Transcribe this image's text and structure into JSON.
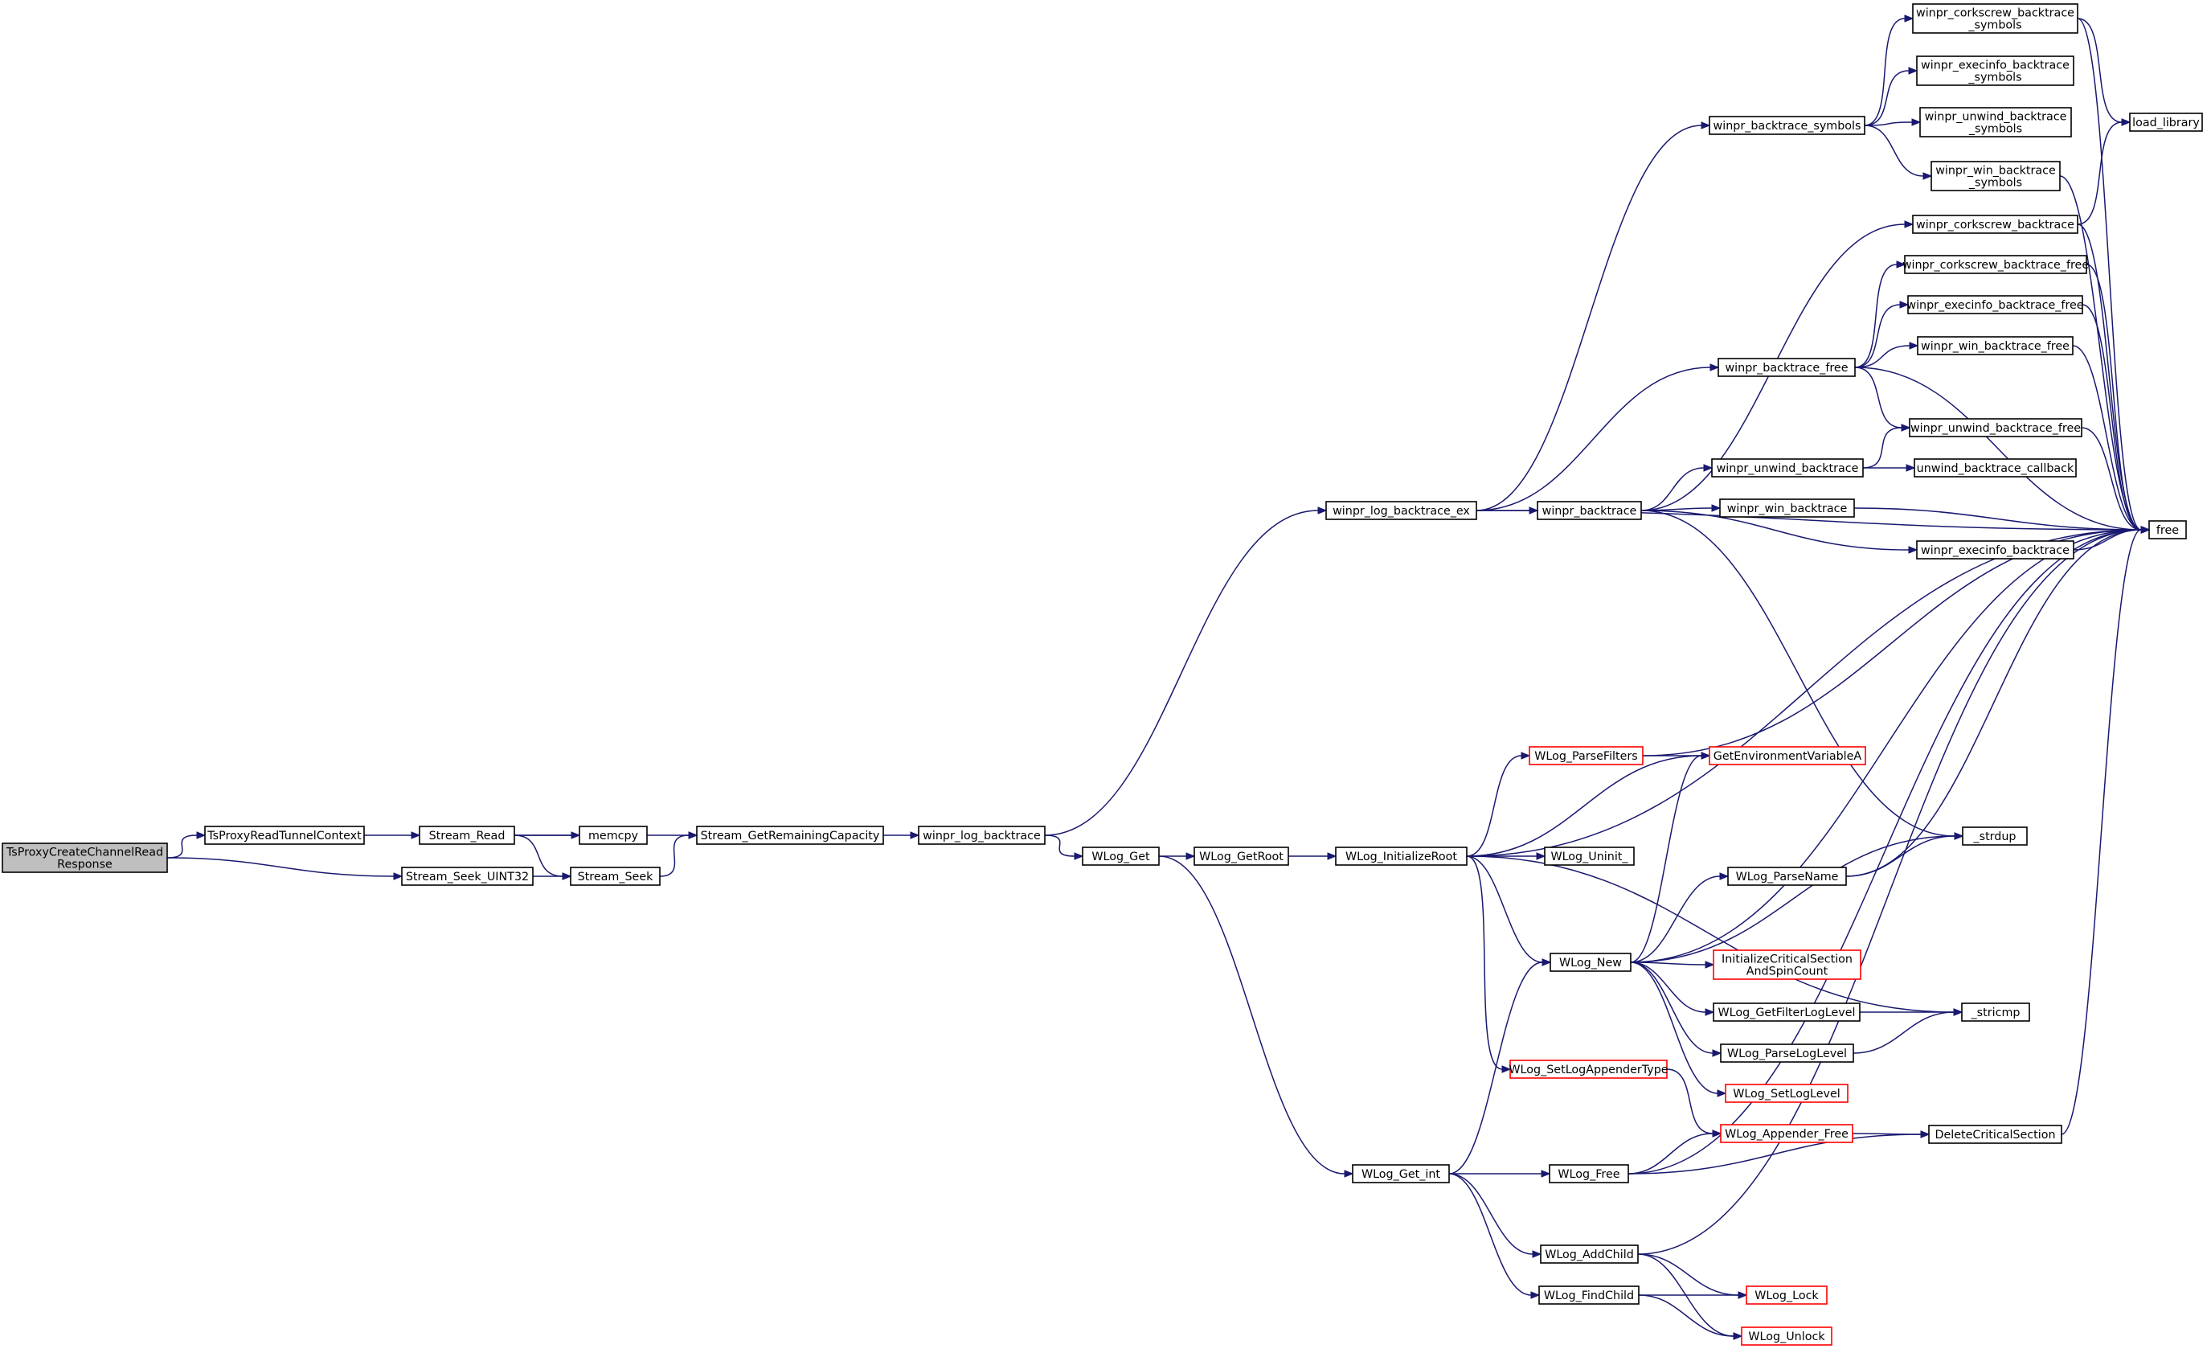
{
  "colors": {
    "edge": "#191970",
    "root_fill": "#bfbfbf",
    "truncated_border": "#ff0000",
    "node_border": "#000000",
    "background": "#ffffff"
  },
  "nodes": [
    {
      "id": "tsproxy_create",
      "lines": [
        "TsProxyCreateChannelRead",
        "Response"
      ],
      "style": "root"
    },
    {
      "id": "tsproxy_read_tunnel",
      "lines": [
        "TsProxyReadTunnelContext"
      ]
    },
    {
      "id": "stream_seek_uint32",
      "lines": [
        "Stream_Seek_UINT32"
      ]
    },
    {
      "id": "stream_read",
      "lines": [
        "Stream_Read"
      ]
    },
    {
      "id": "memcpy",
      "lines": [
        "memcpy"
      ]
    },
    {
      "id": "stream_seek",
      "lines": [
        "Stream_Seek"
      ]
    },
    {
      "id": "stream_getremaining",
      "lines": [
        "Stream_GetRemainingCapacity"
      ]
    },
    {
      "id": "winpr_log_backtrace",
      "lines": [
        "winpr_log_backtrace"
      ]
    },
    {
      "id": "wlog_get",
      "lines": [
        "WLog_Get"
      ]
    },
    {
      "id": "wlog_getroot",
      "lines": [
        "WLog_GetRoot"
      ]
    },
    {
      "id": "wlog_get_int",
      "lines": [
        "WLog_Get_int"
      ]
    },
    {
      "id": "winpr_log_backtrace_ex",
      "lines": [
        "winpr_log_backtrace_ex"
      ]
    },
    {
      "id": "wlog_initializeroot",
      "lines": [
        "WLog_InitializeRoot"
      ]
    },
    {
      "id": "winpr_backtrace",
      "lines": [
        "winpr_backtrace"
      ]
    },
    {
      "id": "winpr_backtrace_symbols",
      "lines": [
        "winpr_backtrace_symbols"
      ]
    },
    {
      "id": "winpr_backtrace_free",
      "lines": [
        "winpr_backtrace_free"
      ]
    },
    {
      "id": "wlog_parsefilters",
      "lines": [
        "WLog_ParseFilters"
      ],
      "style": "trunc"
    },
    {
      "id": "wlog_uninit",
      "lines": [
        "WLog_Uninit_"
      ]
    },
    {
      "id": "wlog_new",
      "lines": [
        "WLog_New"
      ]
    },
    {
      "id": "wlog_setlogappendertype",
      "lines": [
        "WLog_SetLogAppenderType"
      ],
      "style": "trunc"
    },
    {
      "id": "wlog_free",
      "lines": [
        "WLog_Free"
      ]
    },
    {
      "id": "wlog_addchild",
      "lines": [
        "WLog_AddChild"
      ]
    },
    {
      "id": "wlog_findchild",
      "lines": [
        "WLog_FindChild"
      ]
    },
    {
      "id": "winpr_unwind_backtrace",
      "lines": [
        "winpr_unwind_backtrace"
      ]
    },
    {
      "id": "winpr_win_backtrace",
      "lines": [
        "winpr_win_backtrace"
      ]
    },
    {
      "id": "getenvironmentvariablea",
      "lines": [
        "GetEnvironmentVariableA"
      ],
      "style": "trunc"
    },
    {
      "id": "wlog_parsename",
      "lines": [
        "WLog_ParseName"
      ]
    },
    {
      "id": "initcritsec",
      "lines": [
        "InitializeCriticalSection",
        "AndSpinCount"
      ],
      "style": "trunc"
    },
    {
      "id": "wlog_getfilterloglevel",
      "lines": [
        "WLog_GetFilterLogLevel"
      ]
    },
    {
      "id": "wlog_parseloglevel",
      "lines": [
        "WLog_ParseLogLevel"
      ]
    },
    {
      "id": "wlog_setloglevel",
      "lines": [
        "WLog_SetLogLevel"
      ],
      "style": "trunc"
    },
    {
      "id": "wlog_appender_free",
      "lines": [
        "WLog_Appender_Free"
      ],
      "style": "trunc"
    },
    {
      "id": "wlog_lock",
      "lines": [
        "WLog_Lock"
      ],
      "style": "trunc"
    },
    {
      "id": "wlog_unlock",
      "lines": [
        "WLog_Unlock"
      ],
      "style": "trunc"
    },
    {
      "id": "corkscrew_symbols",
      "lines": [
        "winpr_corkscrew_backtrace",
        "_symbols"
      ]
    },
    {
      "id": "execinfo_symbols",
      "lines": [
        "winpr_execinfo_backtrace",
        "_symbols"
      ]
    },
    {
      "id": "unwind_symbols",
      "lines": [
        "winpr_unwind_backtrace",
        "_symbols"
      ]
    },
    {
      "id": "win_symbols",
      "lines": [
        "winpr_win_backtrace",
        "_symbols"
      ]
    },
    {
      "id": "corkscrew_backtrace",
      "lines": [
        "winpr_corkscrew_backtrace"
      ]
    },
    {
      "id": "corkscrew_free",
      "lines": [
        "winpr_corkscrew_backtrace_free"
      ]
    },
    {
      "id": "execinfo_free",
      "lines": [
        "winpr_execinfo_backtrace_free"
      ]
    },
    {
      "id": "win_free",
      "lines": [
        "winpr_win_backtrace_free"
      ]
    },
    {
      "id": "unwind_free",
      "lines": [
        "winpr_unwind_backtrace_free"
      ]
    },
    {
      "id": "unwind_callback",
      "lines": [
        "unwind_backtrace_callback"
      ]
    },
    {
      "id": "execinfo_backtrace",
      "lines": [
        "winpr_execinfo_backtrace"
      ]
    },
    {
      "id": "strdup",
      "lines": [
        "_strdup"
      ]
    },
    {
      "id": "stricmp",
      "lines": [
        "_stricmp"
      ]
    },
    {
      "id": "deletecritsec",
      "lines": [
        "DeleteCriticalSection"
      ]
    },
    {
      "id": "load_library",
      "lines": [
        "load_library"
      ]
    },
    {
      "id": "free",
      "lines": [
        "free"
      ]
    }
  ],
  "edges": [
    [
      "tsproxy_create",
      "tsproxy_read_tunnel"
    ],
    [
      "tsproxy_create",
      "stream_seek_uint32"
    ],
    [
      "tsproxy_read_tunnel",
      "stream_read"
    ],
    [
      "stream_read",
      "memcpy"
    ],
    [
      "stream_read",
      "stream_seek"
    ],
    [
      "stream_read",
      "stream_getremaining"
    ],
    [
      "stream_seek_uint32",
      "stream_seek"
    ],
    [
      "stream_seek",
      "stream_getremaining"
    ],
    [
      "stream_getremaining",
      "winpr_log_backtrace"
    ],
    [
      "winpr_log_backtrace",
      "winpr_log_backtrace_ex"
    ],
    [
      "winpr_log_backtrace",
      "wlog_get"
    ],
    [
      "wlog_get",
      "wlog_getroot"
    ],
    [
      "wlog_get",
      "wlog_get_int"
    ],
    [
      "wlog_getroot",
      "wlog_initializeroot"
    ],
    [
      "winpr_log_backtrace_ex",
      "winpr_backtrace_symbols"
    ],
    [
      "winpr_log_backtrace_ex",
      "winpr_backtrace_free"
    ],
    [
      "winpr_log_backtrace_ex",
      "winpr_backtrace"
    ],
    [
      "winpr_log_backtrace_ex",
      "free"
    ],
    [
      "winpr_backtrace_symbols",
      "corkscrew_symbols"
    ],
    [
      "winpr_backtrace_symbols",
      "execinfo_symbols"
    ],
    [
      "winpr_backtrace_symbols",
      "unwind_symbols"
    ],
    [
      "winpr_backtrace_symbols",
      "win_symbols"
    ],
    [
      "corkscrew_symbols",
      "load_library"
    ],
    [
      "corkscrew_symbols",
      "free"
    ],
    [
      "win_symbols",
      "free"
    ],
    [
      "winpr_backtrace_free",
      "corkscrew_free"
    ],
    [
      "winpr_backtrace_free",
      "execinfo_free"
    ],
    [
      "winpr_backtrace_free",
      "win_free"
    ],
    [
      "winpr_backtrace_free",
      "unwind_free"
    ],
    [
      "winpr_backtrace_free",
      "free"
    ],
    [
      "winpr_backtrace",
      "corkscrew_backtrace"
    ],
    [
      "winpr_backtrace",
      "winpr_unwind_backtrace"
    ],
    [
      "winpr_backtrace",
      "winpr_win_backtrace"
    ],
    [
      "winpr_backtrace",
      "execinfo_backtrace"
    ],
    [
      "winpr_backtrace",
      "strdup"
    ],
    [
      "corkscrew_backtrace",
      "load_library"
    ],
    [
      "corkscrew_backtrace",
      "free"
    ],
    [
      "corkscrew_free",
      "free"
    ],
    [
      "execinfo_free",
      "free"
    ],
    [
      "win_free",
      "free"
    ],
    [
      "unwind_free",
      "free"
    ],
    [
      "winpr_unwind_backtrace",
      "unwind_free"
    ],
    [
      "winpr_unwind_backtrace",
      "unwind_callback"
    ],
    [
      "winpr_win_backtrace",
      "free"
    ],
    [
      "execinfo_backtrace",
      "free"
    ],
    [
      "wlog_initializeroot",
      "free"
    ],
    [
      "wlog_initializeroot",
      "wlog_parsefilters"
    ],
    [
      "wlog_initializeroot",
      "getenvironmentvariablea"
    ],
    [
      "wlog_initializeroot",
      "wlog_uninit"
    ],
    [
      "wlog_initializeroot",
      "wlog_new"
    ],
    [
      "wlog_initializeroot",
      "stricmp"
    ],
    [
      "wlog_initializeroot",
      "wlog_setlogappendertype"
    ],
    [
      "wlog_parsefilters",
      "getenvironmentvariablea"
    ],
    [
      "wlog_parsefilters",
      "free"
    ],
    [
      "wlog_new",
      "getenvironmentvariablea"
    ],
    [
      "wlog_new",
      "free"
    ],
    [
      "wlog_new",
      "strdup"
    ],
    [
      "wlog_new",
      "wlog_parsename"
    ],
    [
      "wlog_new",
      "initcritsec"
    ],
    [
      "wlog_new",
      "wlog_getfilterloglevel"
    ],
    [
      "wlog_new",
      "wlog_parseloglevel"
    ],
    [
      "wlog_new",
      "wlog_setloglevel"
    ],
    [
      "wlog_parsename",
      "strdup"
    ],
    [
      "wlog_parsename",
      "free"
    ],
    [
      "wlog_getfilterloglevel",
      "stricmp"
    ],
    [
      "wlog_parseloglevel",
      "stricmp"
    ],
    [
      "wlog_setlogappendertype",
      "wlog_appender_free"
    ],
    [
      "wlog_appender_free",
      "deletecritsec"
    ],
    [
      "deletecritsec",
      "free"
    ],
    [
      "wlog_get_int",
      "wlog_new"
    ],
    [
      "wlog_get_int",
      "wlog_free"
    ],
    [
      "wlog_get_int",
      "wlog_addchild"
    ],
    [
      "wlog_get_int",
      "wlog_findchild"
    ],
    [
      "wlog_free",
      "wlog_appender_free"
    ],
    [
      "wlog_free",
      "deletecritsec"
    ],
    [
      "wlog_free",
      "free"
    ],
    [
      "wlog_addchild",
      "free"
    ],
    [
      "wlog_addchild",
      "wlog_lock"
    ],
    [
      "wlog_addchild",
      "wlog_unlock"
    ],
    [
      "wlog_findchild",
      "wlog_lock"
    ],
    [
      "wlog_findchild",
      "wlog_unlock"
    ]
  ]
}
